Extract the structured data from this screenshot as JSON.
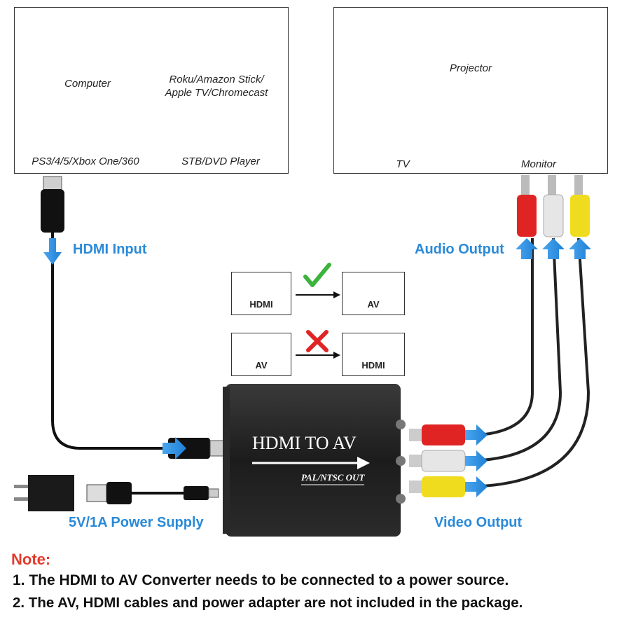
{
  "sources_panel": {
    "items": [
      {
        "label": "Computer",
        "icon": "laptop-icon"
      },
      {
        "label": "Roku/Amazon Stick/\nApple TV/Chromecast",
        "line1": "Roku/Amazon Stick/",
        "line2": "Apple TV/Chromecast",
        "icon": "streaming-stick-icon"
      },
      {
        "label": "PS3/4/5/Xbox One/360",
        "icon": "game-console-icon"
      },
      {
        "label": "STB/DVD Player",
        "icon": "set-top-box-icon"
      }
    ]
  },
  "displays_panel": {
    "items": [
      {
        "label": "Projector",
        "icon": "projector-icon"
      },
      {
        "label": "TV",
        "icon": "tv-icon"
      },
      {
        "label": "Monitor",
        "icon": "monitor-icon"
      }
    ]
  },
  "labels": {
    "hdmi_input": "HDMI Input",
    "audio_output": "Audio Output",
    "power_supply": "5V/1A Power Supply",
    "video_output": "Video Output"
  },
  "compat": {
    "supported": {
      "from": "HDMI",
      "to": "AV",
      "status": "check-icon"
    },
    "unsupported": {
      "from": "AV",
      "to": "HDMI",
      "status": "cross-icon"
    }
  },
  "device": {
    "title": "HDMI TO AV",
    "subtitle": "PAL/NTSC OUT"
  },
  "note": {
    "title": "Note:",
    "line1": "1. The HDMI to AV Converter needs to be connected to a power source.",
    "line2": "2. The AV, HDMI cables and power adapter are not included in the package."
  },
  "colors": {
    "accent_blue": "#2a8ad8",
    "note_red": "#e23b2e",
    "check_green": "#3cb43c",
    "rca_red": "#e02424",
    "rca_white": "#e6e6e6",
    "rca_yellow": "#f0dc1e"
  }
}
